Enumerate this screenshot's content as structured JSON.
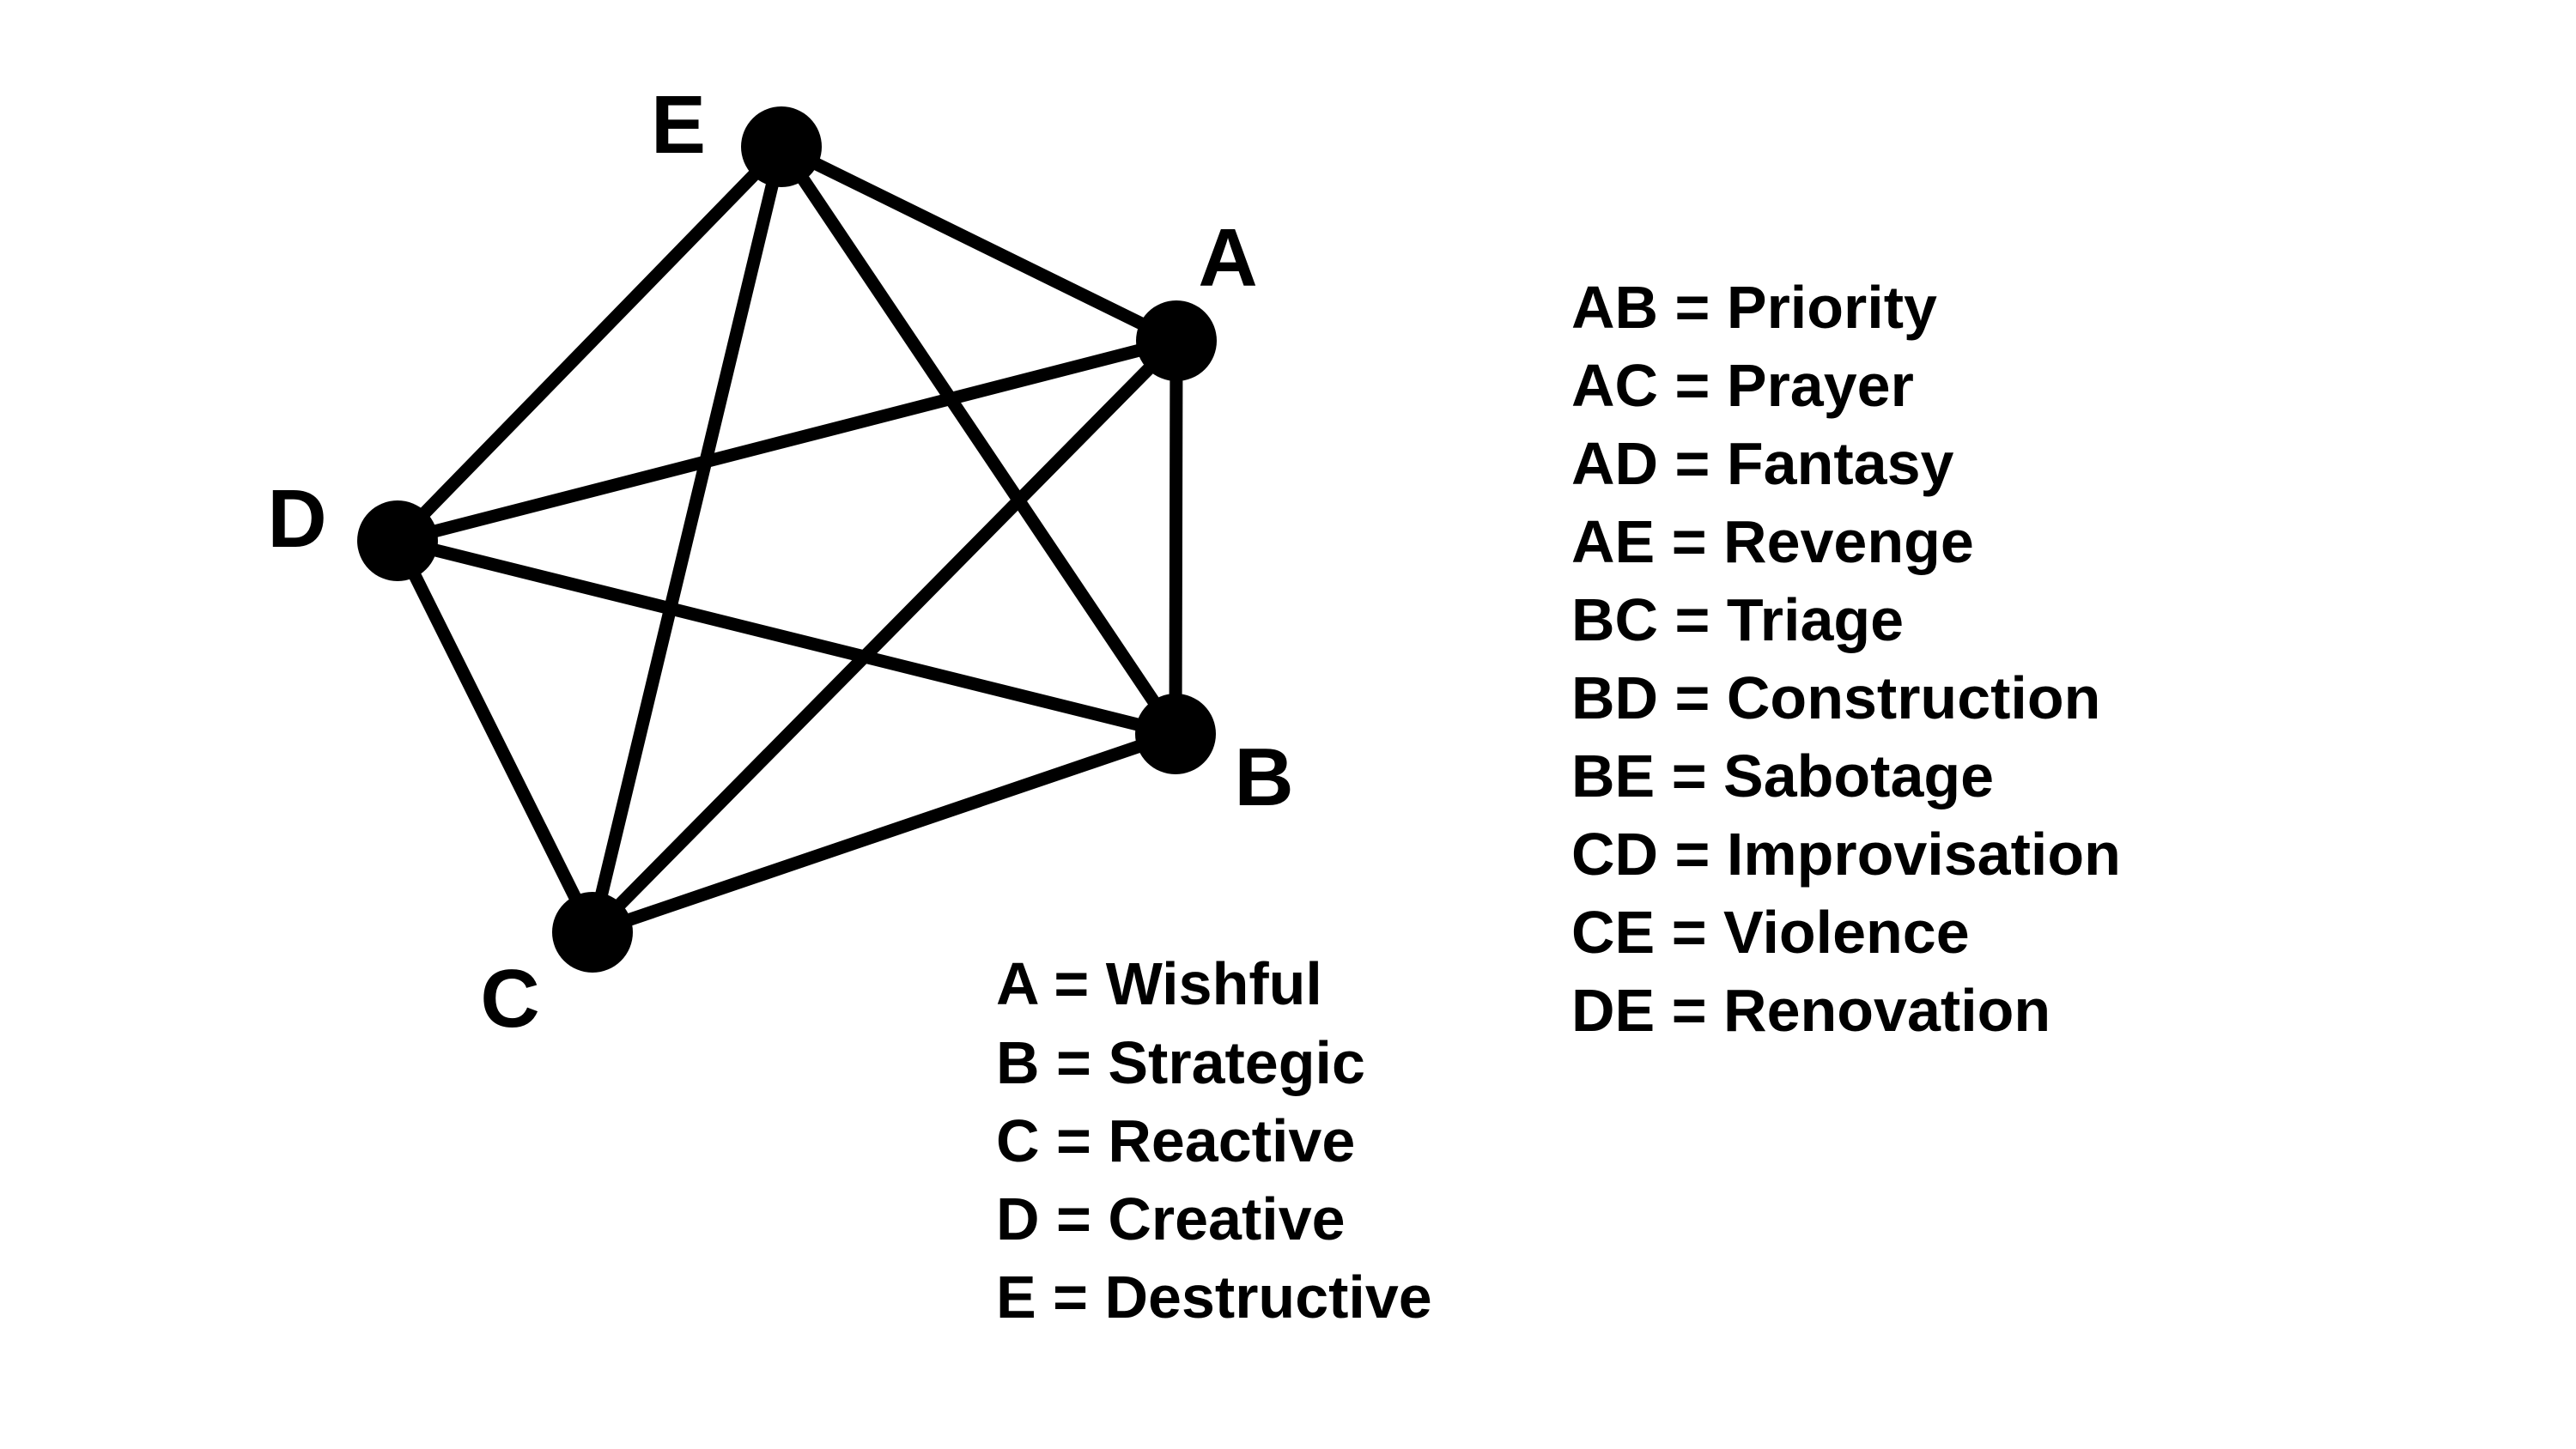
{
  "diagram": {
    "nodes": [
      {
        "id": "A",
        "label": "A"
      },
      {
        "id": "B",
        "label": "B"
      },
      {
        "id": "C",
        "label": "C"
      },
      {
        "id": "D",
        "label": "D"
      },
      {
        "id": "E",
        "label": "E"
      }
    ],
    "edges": [
      {
        "from": "A",
        "to": "B"
      },
      {
        "from": "A",
        "to": "C"
      },
      {
        "from": "A",
        "to": "D"
      },
      {
        "from": "A",
        "to": "E"
      },
      {
        "from": "B",
        "to": "C"
      },
      {
        "from": "B",
        "to": "D"
      },
      {
        "from": "B",
        "to": "E"
      },
      {
        "from": "C",
        "to": "D"
      },
      {
        "from": "C",
        "to": "E"
      },
      {
        "from": "D",
        "to": "E"
      }
    ],
    "colors": {
      "ink": "#000000",
      "background": "#ffffff"
    }
  },
  "node_legend": [
    "A = Wishful",
    "B = Strategic",
    "C = Reactive",
    "D = Creative",
    "E = Destructive"
  ],
  "edge_legend": [
    "AB = Priority",
    "AC = Prayer",
    "AD = Fantasy",
    "AE = Revenge",
    "BC = Triage",
    "BD = Construction",
    "BE = Sabotage",
    "CD = Improvisation",
    "CE = Violence",
    "DE = Renovation"
  ]
}
